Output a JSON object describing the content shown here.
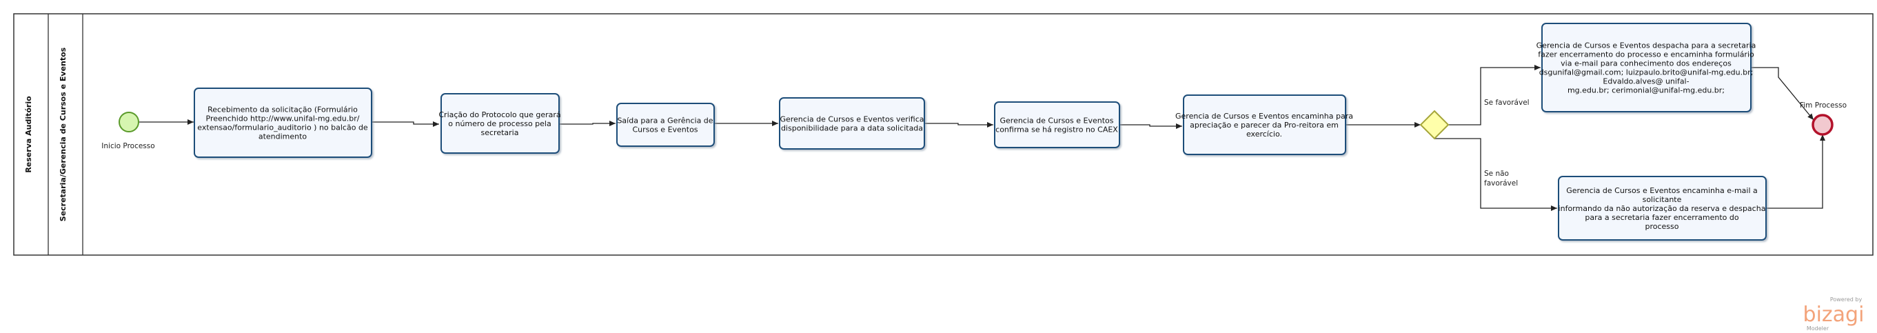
{
  "pool": {
    "title": "Reserva Auditório"
  },
  "lane": {
    "title": "Secretaria/Gerencia de Cursos e Eventos"
  },
  "events": {
    "start": "Inicio Processo",
    "end": "Fim Processo"
  },
  "tasks": [
    {
      "id": "t1",
      "lines": [
        "Recebimento da solicitação (Formulário",
        "Preenchido http://www.unifal-mg.edu.br/",
        "extensao/formulario_auditorio ) no balcão de",
        "atendimento"
      ]
    },
    {
      "id": "t2",
      "lines": [
        "Criação do Protocolo que gerará",
        "o número de processo pela",
        "secretaria"
      ]
    },
    {
      "id": "t3",
      "lines": [
        "Saída para a Gerência de",
        "Cursos e Eventos"
      ]
    },
    {
      "id": "t4",
      "lines": [
        "Gerencia de Cursos e Eventos verifica",
        "disponibilidade para a data solicitada"
      ]
    },
    {
      "id": "t5",
      "lines": [
        "Gerencia de Cursos e Eventos",
        "confirma se há registro no CAEX"
      ]
    },
    {
      "id": "t6",
      "lines": [
        "Gerencia de Cursos e Eventos encaminha para",
        "apreciação e parecer da Pro-reitora em",
        "exercício."
      ]
    },
    {
      "id": "t7",
      "lines": [
        "Gerencia de Cursos e Eventos despacha para a secretaria",
        "fazer encerramento do processo e encaminha formulário",
        "via e-mail para conhecimento dos endereços",
        "dsgunifal@gmail.com; luizpaulo.brito@unifal-mg.edu.br;",
        "Edvaldo.alves@ unifal-",
        "mg.edu.br; cerimonial@unifal-mg.edu.br;"
      ]
    },
    {
      "id": "t8",
      "lines": [
        "Gerencia de Cursos e Eventos encaminha e-mail a",
        "solicitante",
        "informando da não autorização da reserva e despacha",
        "para a secretaria fazer encerramento do",
        "processo"
      ]
    }
  ],
  "conditions": {
    "yes": [
      "Se favorável"
    ],
    "no": [
      "Se não",
      "favorável"
    ]
  },
  "branding": {
    "powered": "Powered by",
    "name": "bizagi",
    "product": "Modeler"
  },
  "colors": {
    "task_stroke": "#1f4e79",
    "start_fill": "#d6f5b0",
    "start_stroke": "#5a9a2a",
    "end_stroke": "#b3122b",
    "end_fill": "#f2c9cf",
    "gateway_fill": "#ffffaa",
    "gateway_stroke": "#a5a53a",
    "brand": "#f3a37a"
  }
}
